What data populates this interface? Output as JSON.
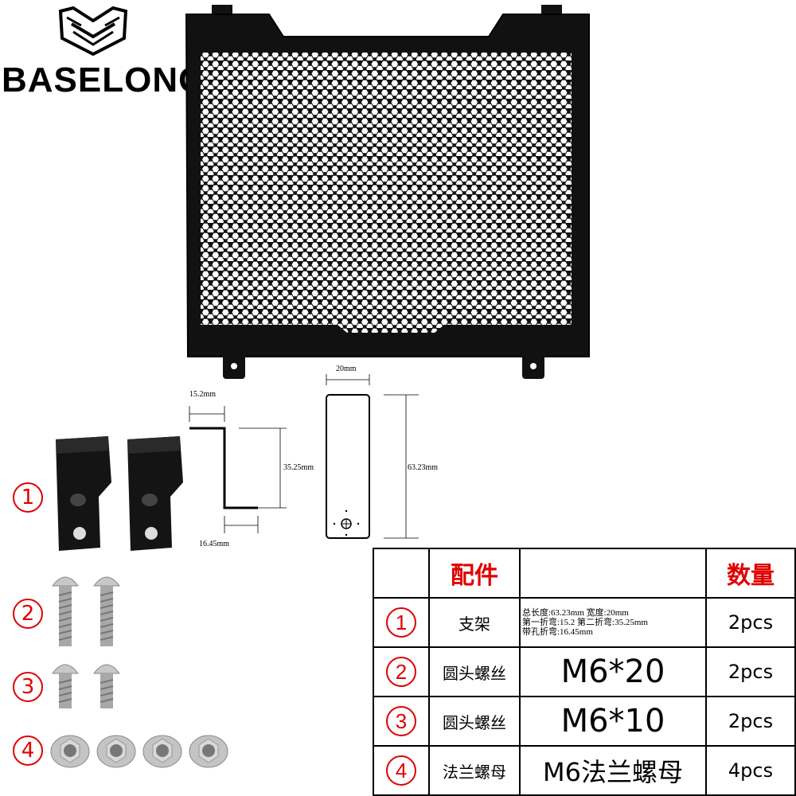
{
  "brand": {
    "name": "BASELONG"
  },
  "dimensions": {
    "width_top": "20mm",
    "first_bend": "15.2mm",
    "second_bend": "35.25mm",
    "hole_bend": "16.45mm",
    "total_length": "63.23mm"
  },
  "part_markers": [
    "1",
    "2",
    "3",
    "4"
  ],
  "table": {
    "header": {
      "part": "配件",
      "spec": "",
      "qty": "数量"
    },
    "rows": [
      {
        "num": "1",
        "name": "支架",
        "spec_lines": [
          "总长度:63.23mm 宽度:20mm",
          "第一折弯:15.2    第二折弯:35.25mm",
          "带孔折弯:16.45mm"
        ],
        "qty": "2pcs"
      },
      {
        "num": "2",
        "name": "圆头螺丝",
        "spec": "M6*20",
        "qty": "2pcs"
      },
      {
        "num": "3",
        "name": "圆头螺丝",
        "spec": "M6*10",
        "qty": "2pcs"
      },
      {
        "num": "4",
        "name": "法兰螺母",
        "spec": "M6法兰螺母",
        "qty": "4pcs"
      }
    ]
  },
  "colors": {
    "accent": "#e00000",
    "metal": "#111111",
    "steel": "#b8b8b8"
  },
  "icons": [
    "brand-logo-icon",
    "radiator-grille",
    "bracket",
    "screw",
    "flange-nut"
  ]
}
